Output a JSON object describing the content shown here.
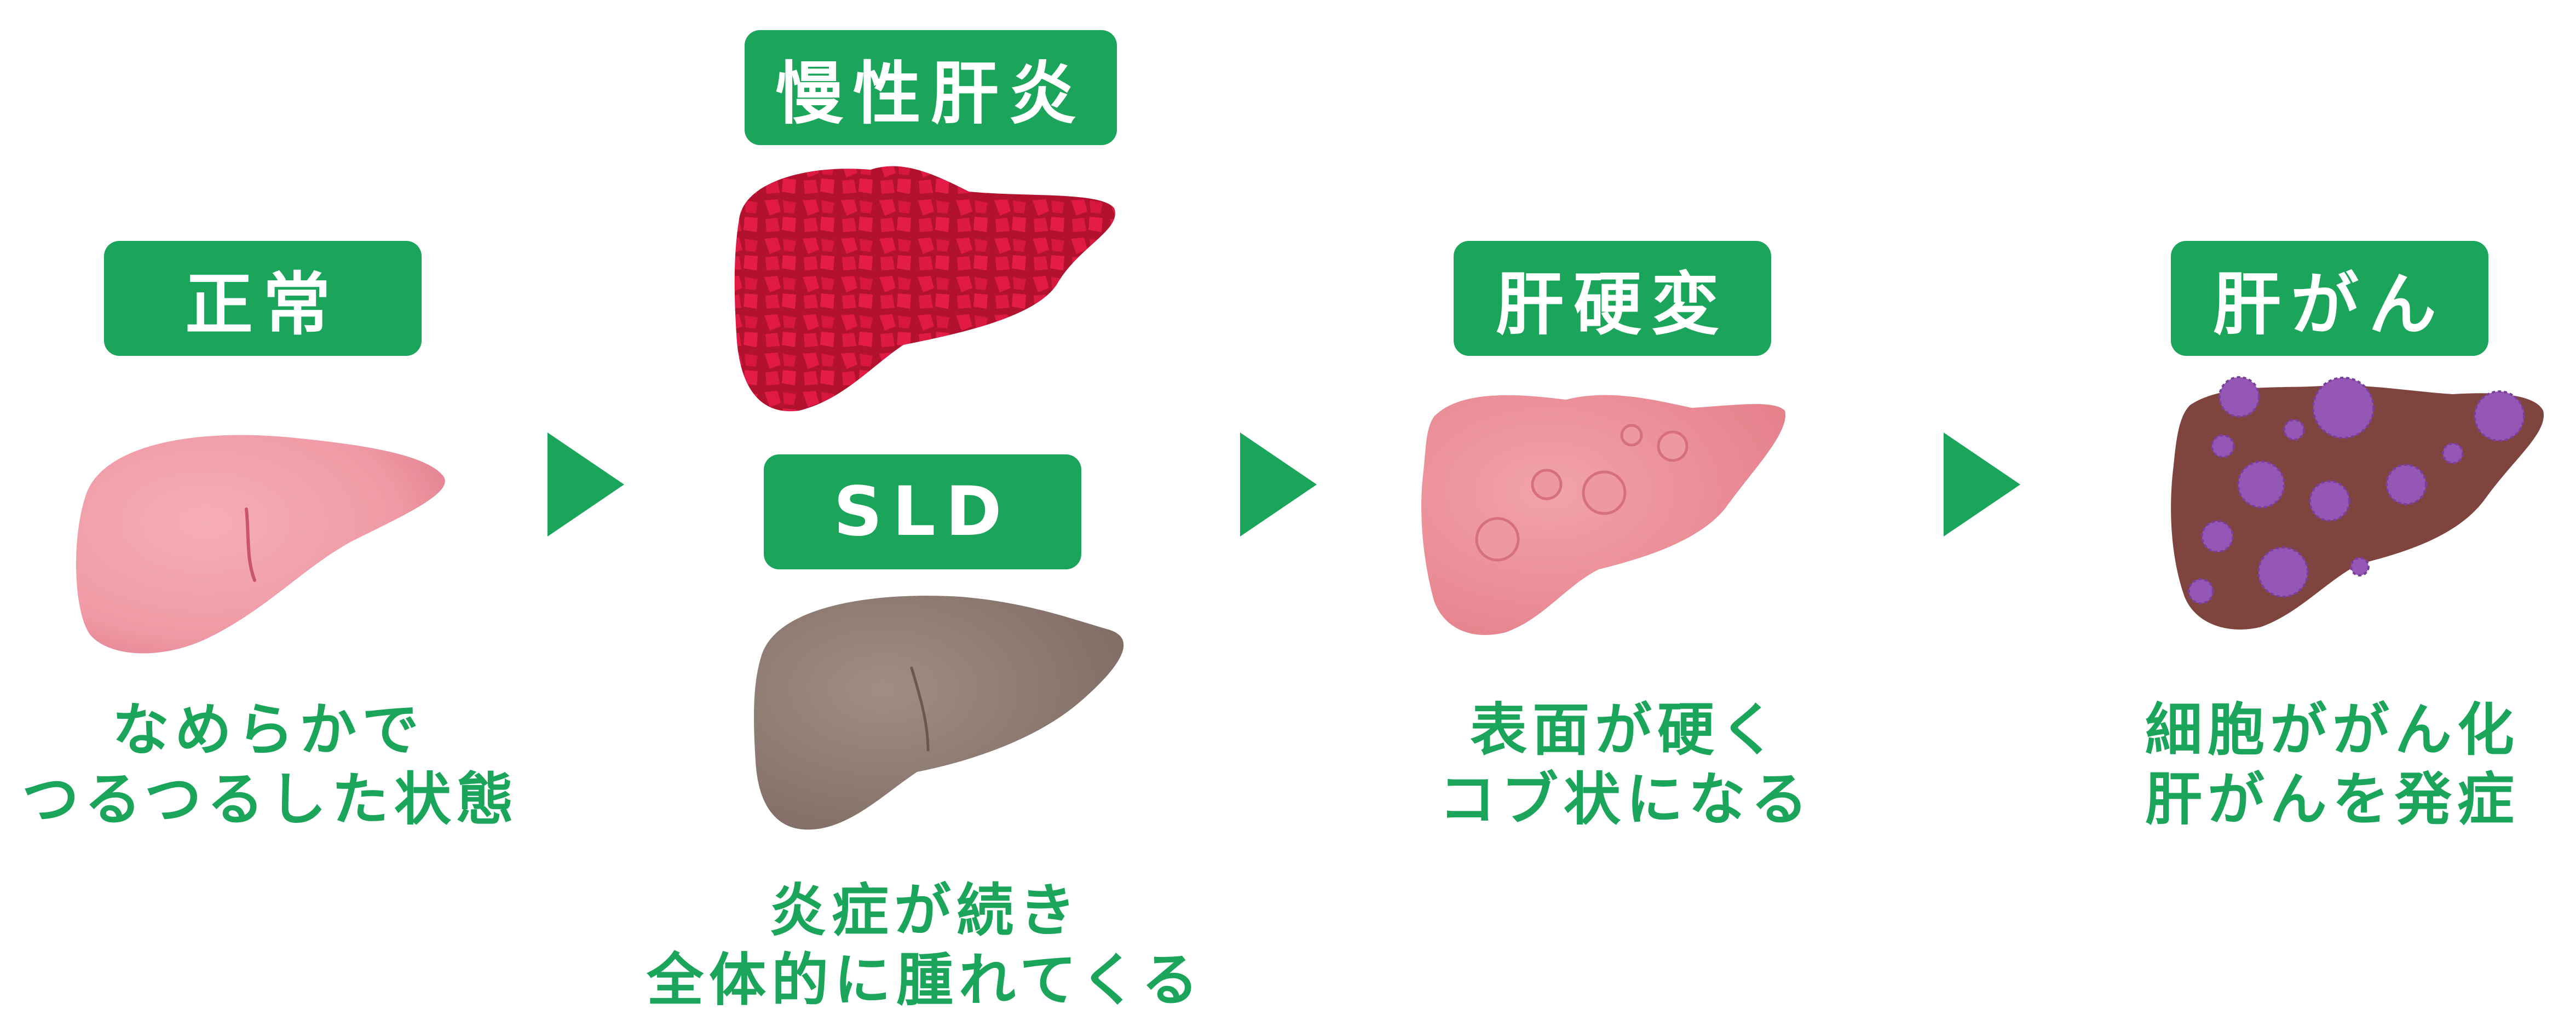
{
  "stages": [
    {
      "label": "正常",
      "caption": [
        "なめらかで",
        "つるつるした状態"
      ]
    },
    {
      "label": "慢性肝炎"
    },
    {
      "label": "SLD",
      "caption": [
        "炎症が続き",
        "全体的に腫れてくる"
      ]
    },
    {
      "label": "肝硬変",
      "caption": [
        "表面が硬く",
        "コブ状になる"
      ]
    },
    {
      "label": "肝がん",
      "caption": [
        "細胞ががん化",
        "肝がんを発症"
      ]
    }
  ],
  "colors": {
    "accent": "#1aa55a",
    "normal_liver": "#f2a0a8",
    "hepatitis_liver": "#d0163c",
    "sld_liver": "#93827a",
    "cirrhosis_liver": "#ec8e96",
    "cancer_liver": "#80443e",
    "tumor": "#9457b5"
  }
}
